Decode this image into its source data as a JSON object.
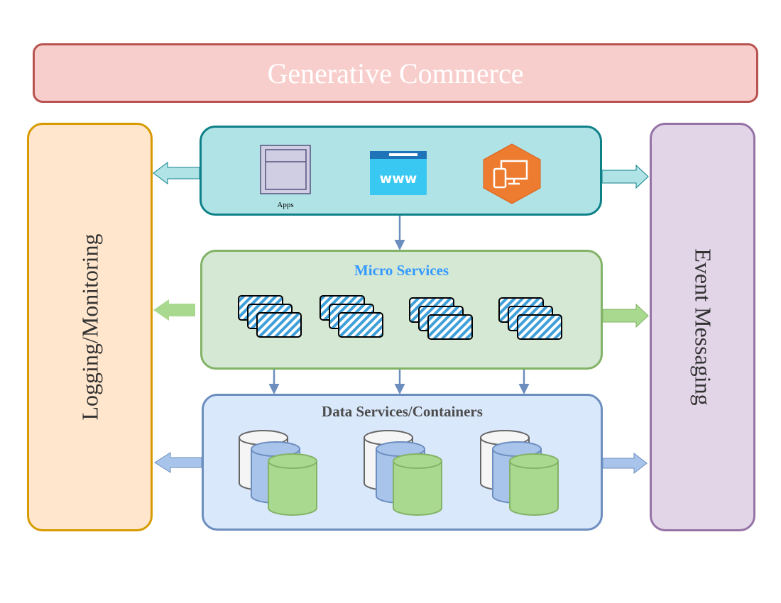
{
  "banner": {
    "title": "Generative Commerce"
  },
  "left_panel": {
    "label": "Logging/Monitoring"
  },
  "right_panel": {
    "label": "Event Messaging"
  },
  "clients": {
    "items": [
      {
        "label": "Apps",
        "icon": "apps-window-icon"
      },
      {
        "label": "",
        "icon": "www-browser-icon",
        "glyph": "www"
      },
      {
        "label": "",
        "icon": "multi-device-icon"
      }
    ]
  },
  "micro_services": {
    "title": "Micro Services",
    "stack_count": 4
  },
  "data_services": {
    "title": "Data Services/Containers",
    "stack_count": 3
  },
  "colors": {
    "banner_fill": "#f8cecc",
    "banner_stroke": "#b85450",
    "logging_fill": "#ffe6cc",
    "logging_stroke": "#d79b00",
    "messaging_fill": "#e1d5e7",
    "messaging_stroke": "#9673a6",
    "clients_fill": "#b0e3e6",
    "clients_stroke": "#0e8088",
    "micro_fill": "#d5e8d4",
    "micro_stroke": "#82b366",
    "data_fill": "#dae8fc",
    "data_stroke": "#6c8ebf",
    "connector": "#6c8ebf"
  }
}
